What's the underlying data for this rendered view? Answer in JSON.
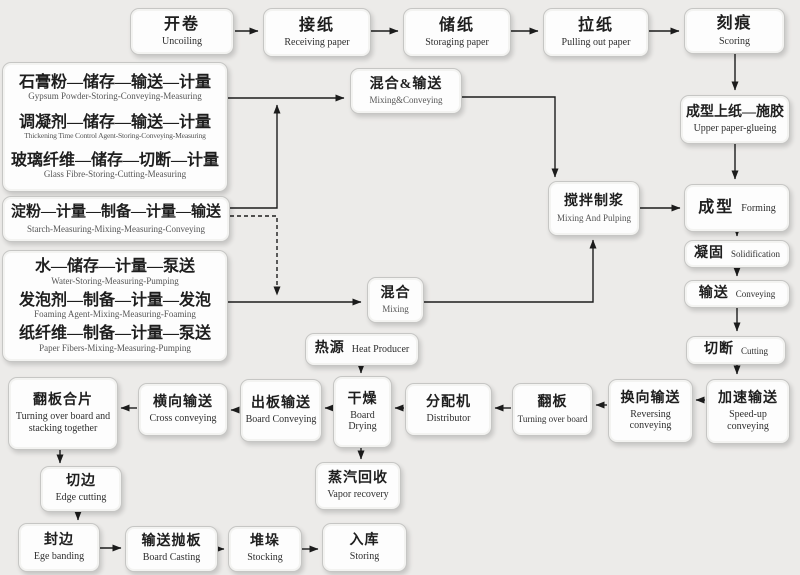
{
  "diagram": {
    "description": "Gypsum board production process flowchart",
    "colors": {
      "background": "#ecebe9",
      "box_fill": "#fdfdfd",
      "box_border": "#c6c6c4",
      "line": "#1c1c1c",
      "text": "#1e1e1e",
      "subtext": "#555555"
    }
  },
  "nodes": {
    "uncoiling": {
      "zh": "开卷",
      "en": "Uncoiling"
    },
    "receiving": {
      "zh": "接纸",
      "en": "Receiving paper"
    },
    "storaging": {
      "zh": "储纸",
      "en": "Storaging paper"
    },
    "pulling": {
      "zh": "拉纸",
      "en": "Pulling out paper"
    },
    "scoring": {
      "zh": "刻痕",
      "en": "Scoring"
    },
    "gypsum": {
      "zh": "石膏粉—储存—输送—计量",
      "en": "Gypsum Powder-Storing-Conveying-Measuring"
    },
    "retarder": {
      "zh": "调凝剂—储存—输送—计量",
      "en": "Thickening Time Control Agent-Storing-Conveying-Measuring"
    },
    "glassfibre": {
      "zh": "玻璃纤维—储存—切断—计量",
      "en": "Glass Fibre-Storing-Cutting-Measuring"
    },
    "starch": {
      "zh": "淀粉—计量—制备—计量—输送",
      "en": "Starch-Measuring-Mixing-Measuring-Conveying"
    },
    "water": {
      "zh": "水—储存—计量—泵送",
      "en": "Water-Storing-Measuring-Pumping"
    },
    "foaming": {
      "zh": "发泡剂—制备—计量—发泡",
      "en": "Foaming Agent-Mixing-Measuring-Foaming"
    },
    "paperfiber": {
      "zh": "纸纤维—制备—计量—泵送",
      "en": "Paper Fibers-Mixing-Measuring-Pumping"
    },
    "mixconv": {
      "zh": "混合&输送",
      "en": "Mixing&Conveying"
    },
    "mixing": {
      "zh": "混合",
      "en": "Mixing"
    },
    "pulping": {
      "zh": "搅拌制浆",
      "en": "Mixing And Pulping"
    },
    "glueing": {
      "zh": "成型上纸—施胶",
      "en": "Upper paper-glueing"
    },
    "forming": {
      "zh": "成型",
      "en": "Forming"
    },
    "solidification": {
      "zh": "凝固",
      "en": "Solidification"
    },
    "conveying": {
      "zh": "输送",
      "en": "Conveying"
    },
    "cutting": {
      "zh": "切断",
      "en": "Cutting"
    },
    "speedup": {
      "zh": "加速输送",
      "en": "Speed-up conveying"
    },
    "reversing": {
      "zh": "换向输送",
      "en": "Reversing conveying"
    },
    "turnboard": {
      "zh": "翻板",
      "en": "Turning over board"
    },
    "distributor": {
      "zh": "分配机",
      "en": "Distributor"
    },
    "drying": {
      "zh": "干燥",
      "en": "Board Drying"
    },
    "boardconv": {
      "zh": "出板输送",
      "en": "Board Conveying"
    },
    "cross": {
      "zh": "横向输送",
      "en": "Cross conveying"
    },
    "turnstack": {
      "zh": "翻板合片",
      "en": "Turning over board and stacking together"
    },
    "heat": {
      "zh": "热源",
      "en": "Heat Producer"
    },
    "vapor": {
      "zh": "蒸汽回收",
      "en": "Vapor recovery"
    },
    "edgecut": {
      "zh": "切边",
      "en": "Edge cutting"
    },
    "banding": {
      "zh": "封边",
      "en": "Ege banding"
    },
    "casting": {
      "zh": "输送抛板",
      "en": "Board Casting"
    },
    "stocking": {
      "zh": "堆垛",
      "en": "Stocking"
    },
    "storing": {
      "zh": "入库",
      "en": "Storing"
    }
  }
}
